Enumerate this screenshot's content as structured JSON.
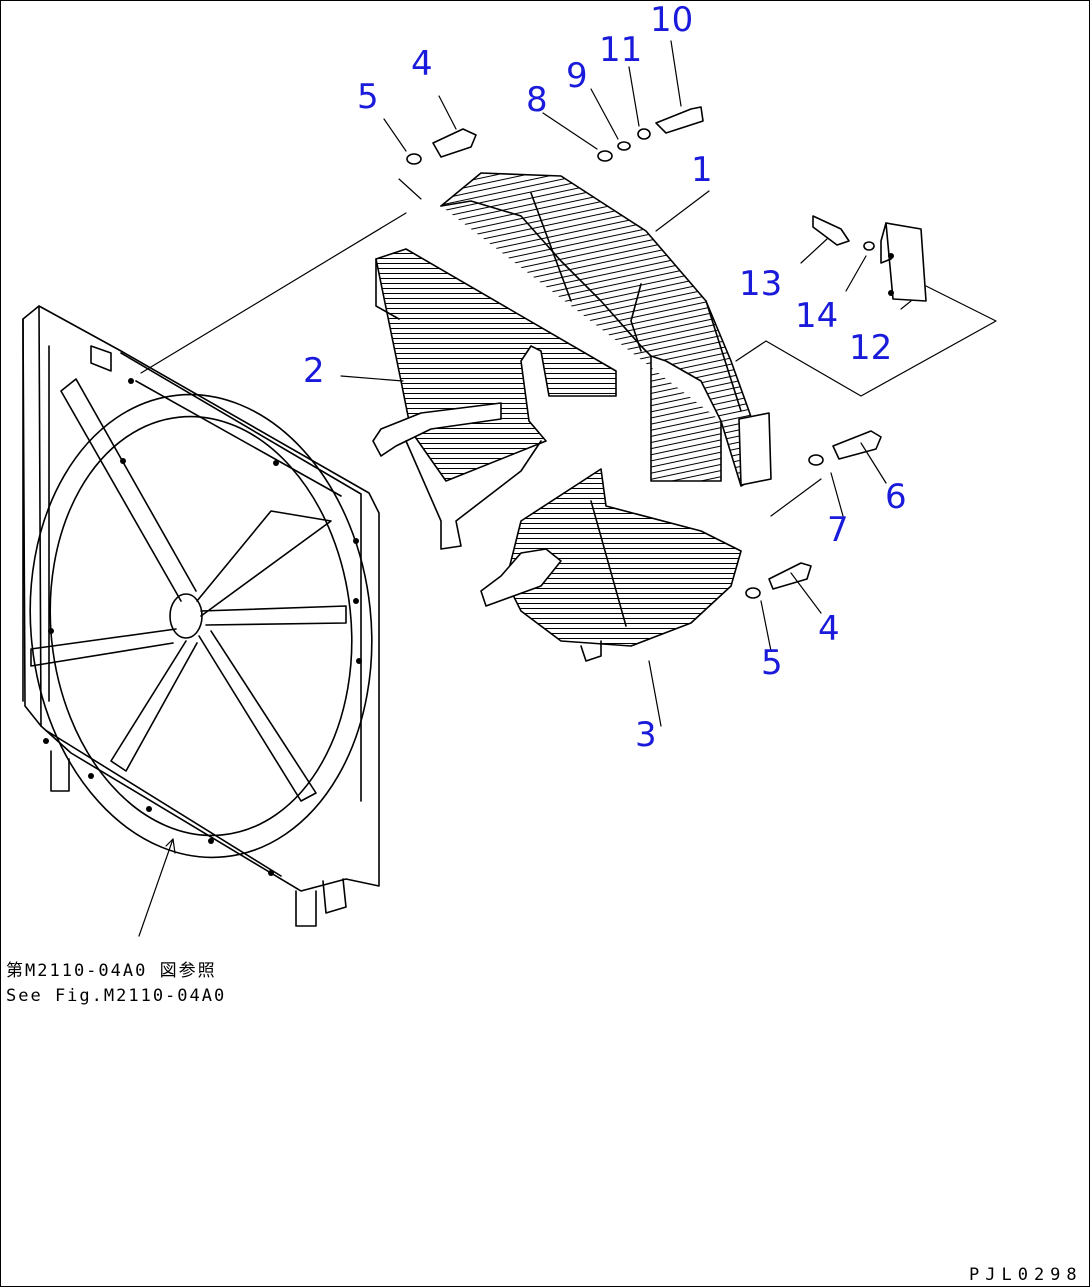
{
  "callouts": {
    "c1": "1",
    "c2": "2",
    "c3": "3",
    "c4a": "4",
    "c4b": "4",
    "c5a": "5",
    "c5b": "5",
    "c6": "6",
    "c7": "7",
    "c8": "8",
    "c9": "9",
    "c10": "10",
    "c11": "11",
    "c12": "12",
    "c13": "13",
    "c14": "14"
  },
  "reference_note": {
    "japanese": "第M2110-04A0 図参照",
    "english": "See Fig.M2110-04A0"
  },
  "figure_code": "PJL0298",
  "colors": {
    "callout": "#1a1adb",
    "line": "#000000"
  }
}
